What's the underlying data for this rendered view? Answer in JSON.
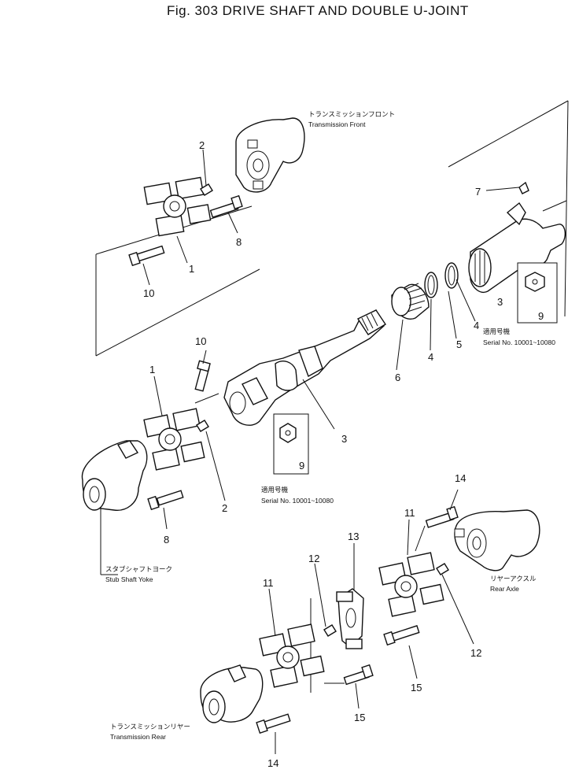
{
  "figure": {
    "title": "Fig. 303  DRIVE SHAFT AND DOUBLE U-JOINT"
  },
  "labels": {
    "transmission_front_jp": "トランスミッションフロント",
    "transmission_front_en": "Transmission Front",
    "stub_shaft_yoke_jp": "スタブシャフトヨーク",
    "stub_shaft_yoke_en": "Stub Shaft Yoke",
    "rear_axle_jp": "リヤーアクスル",
    "rear_axle_en": "Rear Axle",
    "transmission_rear_jp": "トランスミッションリヤー",
    "transmission_rear_en": "Transmission Rear",
    "serial_jp_1": "適用号機",
    "serial_en_1": "Serial No. 10001~10080",
    "serial_jp_2": "適用号機",
    "serial_en_2": "Serial No. 10001~10080"
  },
  "callouts": [
    {
      "id": "c-2-top",
      "text": "2"
    },
    {
      "id": "c-8-top",
      "text": "8"
    },
    {
      "id": "c-1-top",
      "text": "1"
    },
    {
      "id": "c-10-top",
      "text": "10"
    },
    {
      "id": "c-7",
      "text": "7"
    },
    {
      "id": "c-3-right",
      "text": "3"
    },
    {
      "id": "c-9-right",
      "text": "9"
    },
    {
      "id": "c-4-right",
      "text": "4"
    },
    {
      "id": "c-5",
      "text": "5"
    },
    {
      "id": "c-4-mid",
      "text": "4"
    },
    {
      "id": "c-6",
      "text": "6"
    },
    {
      "id": "c-10-mid",
      "text": "10"
    },
    {
      "id": "c-1-mid",
      "text": "1"
    },
    {
      "id": "c-3-mid",
      "text": "3"
    },
    {
      "id": "c-9-mid",
      "text": "9"
    },
    {
      "id": "c-2-mid",
      "text": "2"
    },
    {
      "id": "c-8-mid",
      "text": "8"
    },
    {
      "id": "c-14-top",
      "text": "14"
    },
    {
      "id": "c-11-right",
      "text": "11"
    },
    {
      "id": "c-13",
      "text": "13"
    },
    {
      "id": "c-12-left",
      "text": "12"
    },
    {
      "id": "c-11-left",
      "text": "11"
    },
    {
      "id": "c-12-right",
      "text": "12"
    },
    {
      "id": "c-15-right",
      "text": "15"
    },
    {
      "id": "c-15-left",
      "text": "15"
    },
    {
      "id": "c-14-bottom",
      "text": "14"
    }
  ]
}
